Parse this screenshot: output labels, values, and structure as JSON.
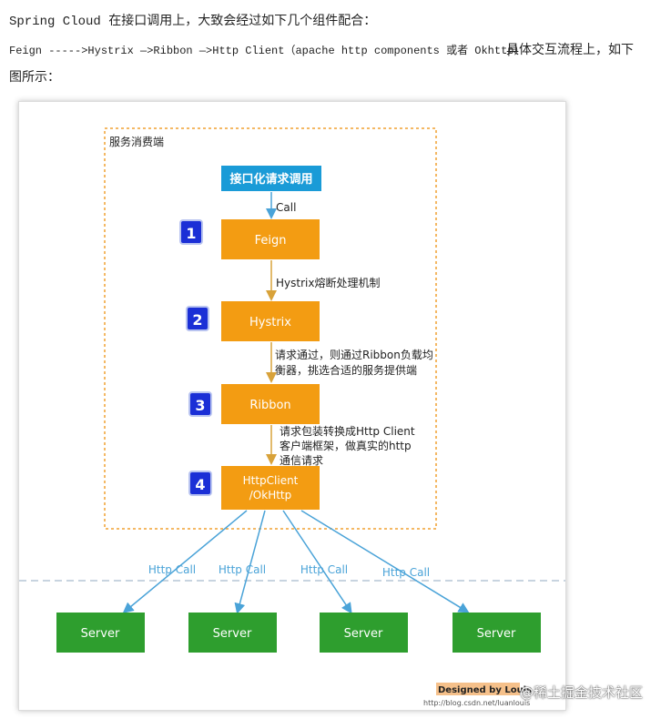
{
  "intro": {
    "line1": "Spring Cloud 在接口调用上，大致会经过如下几个组件配合：",
    "line2": "Feign ----->Hystrix —>Ribbon —>Http Client（apache http components 或者 Okhttp）",
    "line2b": "具体交互流程上，如下",
    "line3": "图所示："
  },
  "diagram": {
    "consumer_label": "服务消费端",
    "entry_box": "接口化请求调用",
    "call_label": "Call",
    "steps": [
      {
        "num": "1",
        "label": "Feign"
      },
      {
        "num": "2",
        "label": "Hystrix"
      },
      {
        "num": "3",
        "label": "Ribbon"
      },
      {
        "num": "4",
        "label_line1": "HttpClient",
        "label_line2": "/OkHttp"
      }
    ],
    "edge1": "Hystrix熔断处理机制",
    "edge2_line1": "请求通过，则通过Ribbon负载均",
    "edge2_line2": "衡器，挑选合适的服务提供端",
    "edge3_line1": "请求包装转换成Http Client",
    "edge3_line2": "客户端框架，做真实的http",
    "edge3_line3": "通信请求",
    "http_calls": [
      "Http Call",
      "Http Call",
      "Http Call",
      "Http Call"
    ],
    "servers": [
      "Server",
      "Server",
      "Server",
      "Server"
    ],
    "credit": "Designed by Louis",
    "credit_url": "http://blog.csdn.net/luanlouis"
  },
  "watermark": "@稀土掘金技术社区",
  "colors": {
    "orange": "#f39c12",
    "blue": "#1a9bd7",
    "green": "#2e9e2e",
    "badge": "#1b2fd6",
    "arrow_blue": "#4aa3d8",
    "arrow_orange": "#d8a23a",
    "dashed_orange": "#f0a030"
  }
}
